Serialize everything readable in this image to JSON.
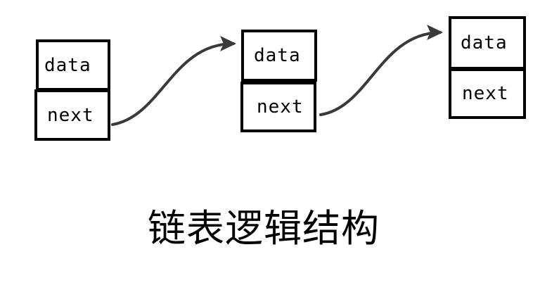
{
  "nodes": [
    {
      "data_label": "data",
      "next_label": "next"
    },
    {
      "data_label": "data",
      "next_label": "next"
    },
    {
      "data_label": "data",
      "next_label": "next"
    }
  ],
  "caption": "链表逻辑结构",
  "colors": {
    "box_border": "#000000",
    "arrow": "#3a3a3a",
    "text": "#000000",
    "background": "#ffffff"
  }
}
